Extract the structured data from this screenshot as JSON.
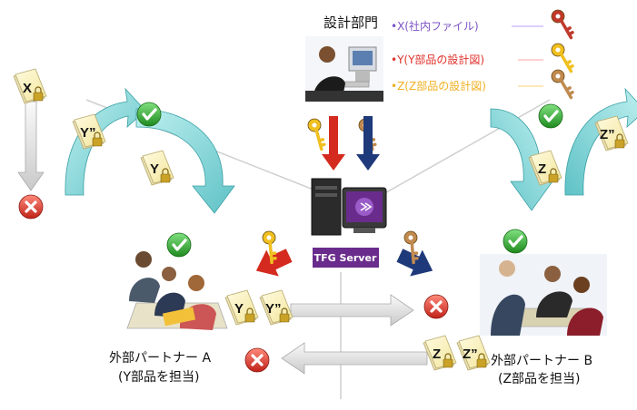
{
  "department": {
    "title": "設計部門",
    "keys": [
      {
        "label": "•X(社内ファイル)",
        "color": "#7a52c6",
        "key_color": "#c0392b"
      },
      {
        "label": "•Y(Y部品の設計図)",
        "color": "#e0302a",
        "key_color": "#f0c020"
      },
      {
        "label": "•Z(Z部品の設計図)",
        "color": "#f0b020",
        "key_color": "#c08a50"
      }
    ]
  },
  "server": {
    "label": "TFG Server",
    "color": "#6a2c8c"
  },
  "partner_a": {
    "name": "外部パートナー A",
    "role": "(Y部品を担当)"
  },
  "partner_b": {
    "name": "外部パートナー B",
    "role": "(Z部品を担当)"
  },
  "docs": {
    "x": "X",
    "y_top": "Y”",
    "y_mid": "Y",
    "y_low": "Y",
    "y_low2": "Y”",
    "z_top": "Z”",
    "z_mid": "Z",
    "z_low": "Z",
    "z_low2": "Z”"
  },
  "colors": {
    "arrow_teal": "#7fd3d6",
    "ok": "#2e9e2e",
    "ng": "#d9342b",
    "red_arrow": "#d42a1f",
    "navy_arrow": "#1f3a7a"
  }
}
